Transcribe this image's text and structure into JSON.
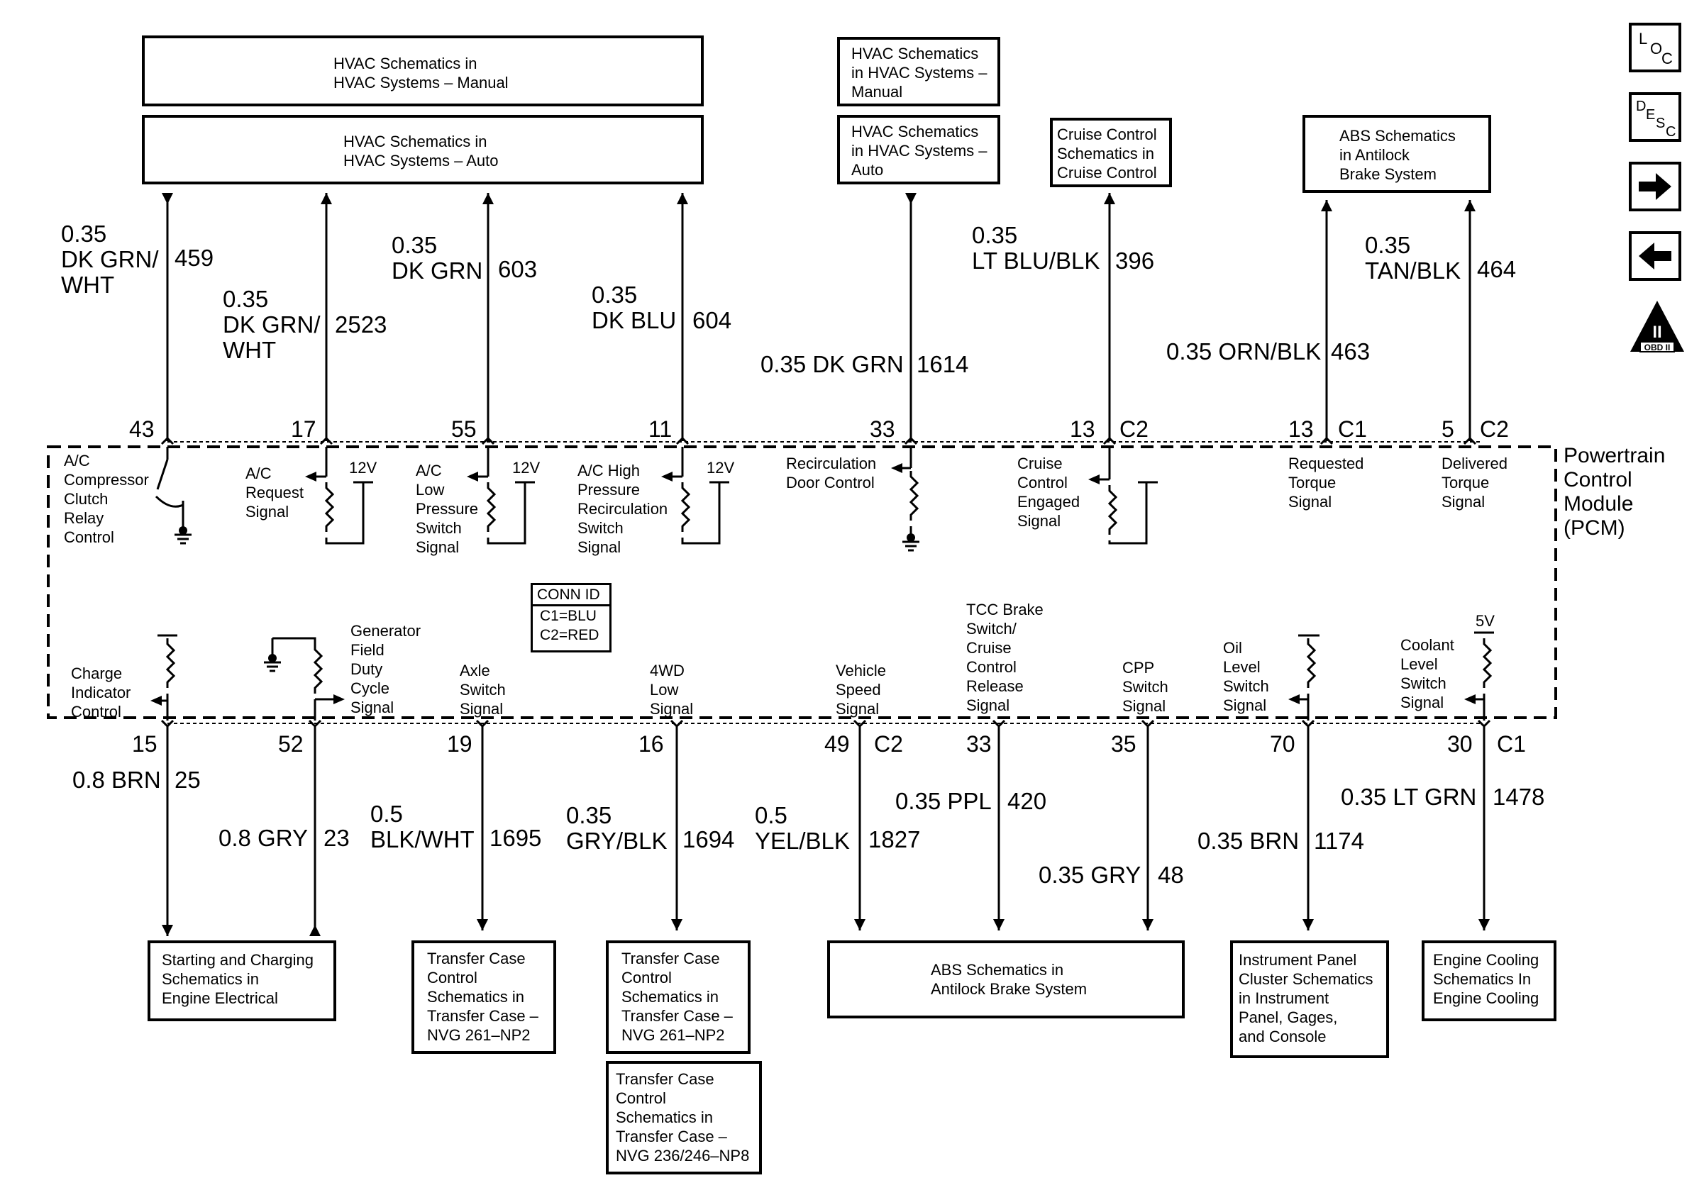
{
  "top_boxes": [
    {
      "id": "hvac-manual-main",
      "lines": [
        "HVAC Schematics in",
        "HVAC Systems – Manual"
      ]
    },
    {
      "id": "hvac-auto-main",
      "lines": [
        "HVAC Schematics in",
        "HVAC Systems – Auto"
      ]
    },
    {
      "id": "hvac-manual-small",
      "lines": [
        "HVAC Schematics",
        "in HVAC Systems –",
        "Manual"
      ]
    },
    {
      "id": "hvac-auto-small",
      "lines": [
        "HVAC Schematics",
        "in HVAC Systems –",
        "Auto"
      ]
    },
    {
      "id": "cruise",
      "lines": [
        "Cruise Control",
        "Schematics in",
        "Cruise Control"
      ]
    },
    {
      "id": "abs-top",
      "lines": [
        "ABS Schematics",
        "in Antilock",
        "Brake System"
      ]
    }
  ],
  "bottom_boxes": [
    {
      "id": "starting-charging",
      "lines": [
        "Starting and Charging",
        "Schematics in",
        "Engine Electrical"
      ]
    },
    {
      "id": "transfer-np2-a",
      "lines": [
        "Transfer Case",
        "Control",
        "Schematics in",
        "Transfer Case –",
        "NVG 261–NP2"
      ]
    },
    {
      "id": "transfer-np2-b",
      "lines": [
        "Transfer Case",
        "Control",
        "Schematics in",
        "Transfer Case –",
        "NVG 261–NP2"
      ]
    },
    {
      "id": "transfer-np8",
      "lines": [
        "Transfer Case",
        "Control",
        "Schematics in",
        "Transfer Case –",
        "NVG 236/246–NP8"
      ]
    },
    {
      "id": "abs-bottom",
      "lines": [
        "ABS Schematics in",
        "Antilock Brake System"
      ]
    },
    {
      "id": "ipc",
      "lines": [
        "Instrument Panel",
        "Cluster Schematics",
        "in Instrument",
        "Panel, Gages,",
        "and Console"
      ]
    },
    {
      "id": "engine-cooling",
      "lines": [
        "Engine Cooling",
        "Schematics In",
        "Engine Cooling"
      ]
    }
  ],
  "top_wires": [
    {
      "lines": [
        "0.35",
        "DK GRN/",
        "WHT"
      ],
      "circuit": "459",
      "pin": "43",
      "conn": ""
    },
    {
      "lines": [
        "0.35",
        "DK GRN/",
        "WHT"
      ],
      "circuit": "2523",
      "pin": "17",
      "conn": ""
    },
    {
      "lines": [
        "0.35",
        "DK GRN"
      ],
      "circuit": "603",
      "pin": "55",
      "conn": ""
    },
    {
      "lines": [
        "0.35",
        "DK BLU"
      ],
      "circuit": "604",
      "pin": "11",
      "conn": ""
    },
    {
      "lines": [
        "0.35 DK GRN"
      ],
      "circuit": "1614",
      "pin": "33",
      "conn": ""
    },
    {
      "lines": [
        "0.35",
        "LT BLU/BLK"
      ],
      "circuit": "396",
      "pin": "13",
      "conn": "C2"
    },
    {
      "lines": [
        "0.35 ORN/BLK"
      ],
      "circuit": "463",
      "pin": "13",
      "conn": "C1"
    },
    {
      "lines": [
        "0.35",
        "TAN/BLK"
      ],
      "circuit": "464",
      "pin": "5",
      "conn": "C2"
    }
  ],
  "bottom_wires": [
    {
      "lines": [
        "0.8 BRN"
      ],
      "circuit": "25",
      "pin": "15",
      "conn": ""
    },
    {
      "lines": [
        "0.8 GRY"
      ],
      "circuit": "23",
      "pin": "52",
      "conn": ""
    },
    {
      "lines": [
        "0.5",
        "BLK/WHT"
      ],
      "circuit": "1695",
      "pin": "19",
      "conn": ""
    },
    {
      "lines": [
        "0.35",
        "GRY/BLK"
      ],
      "circuit": "1694",
      "pin": "16",
      "conn": ""
    },
    {
      "lines": [
        "0.5",
        "YEL/BLK"
      ],
      "circuit": "1827",
      "pin": "49",
      "conn": "C2"
    },
    {
      "lines": [
        "0.35 PPL"
      ],
      "circuit": "420",
      "pin": "33",
      "conn": ""
    },
    {
      "lines": [
        "0.35 GRY"
      ],
      "circuit": "48",
      "pin": "35",
      "conn": ""
    },
    {
      "lines": [
        "0.35 BRN"
      ],
      "circuit": "1174",
      "pin": "70",
      "conn": ""
    },
    {
      "lines": [
        "0.35 LT GRN"
      ],
      "circuit": "1478",
      "pin": "30",
      "conn": "C1"
    }
  ],
  "top_signals": [
    {
      "lines": [
        "A/C",
        "Compressor",
        "Clutch",
        "Relay",
        "Control"
      ]
    },
    {
      "lines": [
        "A/C",
        "Request",
        "Signal"
      ]
    },
    {
      "lines": [
        "A/C",
        "Low",
        "Pressure",
        "Switch",
        "Signal"
      ]
    },
    {
      "lines": [
        "A/C High",
        "Pressure",
        "Recirculation",
        "Switch",
        "Signal"
      ]
    },
    {
      "lines": [
        "Recirculation",
        "Door Control"
      ]
    },
    {
      "lines": [
        "Cruise",
        "Control",
        "Engaged",
        "Signal"
      ]
    },
    {
      "lines": [
        "Requested",
        "Torque",
        "Signal"
      ]
    },
    {
      "lines": [
        "Delivered",
        "Torque",
        "Signal"
      ]
    }
  ],
  "bottom_signals": [
    {
      "lines": [
        "Charge",
        "Indicator",
        "Control"
      ]
    },
    {
      "lines": [
        "Generator",
        "Field",
        "Duty",
        "Cycle",
        "Signal"
      ]
    },
    {
      "lines": [
        "Axle",
        "Switch",
        "Signal"
      ]
    },
    {
      "lines": [
        "4WD",
        "Low",
        "Signal"
      ]
    },
    {
      "lines": [
        "Vehicle",
        "Speed",
        "Signal"
      ]
    },
    {
      "lines": [
        "TCC Brake",
        "Switch/",
        "Cruise",
        "Control",
        "Release",
        "Signal"
      ]
    },
    {
      "lines": [
        "CPP",
        "Switch",
        "Signal"
      ]
    },
    {
      "lines": [
        "Oil",
        "Level",
        "Switch",
        "Signal"
      ]
    },
    {
      "lines": [
        "Coolant",
        "Level",
        "Switch",
        "Signal"
      ]
    }
  ],
  "voltage_12v": "12V",
  "voltage_5v": "5V",
  "module_label": [
    "Powertrain",
    "Control",
    "Module",
    "(PCM)"
  ],
  "conn_id": {
    "title": "CONN ID",
    "c1": "C1=BLU",
    "c2": "C2=RED"
  },
  "nav": {
    "loc_top": "L",
    "loc_o": "O",
    "loc_c": "C",
    "desc_d": "D",
    "desc_e": "E",
    "desc_s": "S",
    "desc_c": "C",
    "obd_mark": "II",
    "obd_label": "OBD II"
  }
}
